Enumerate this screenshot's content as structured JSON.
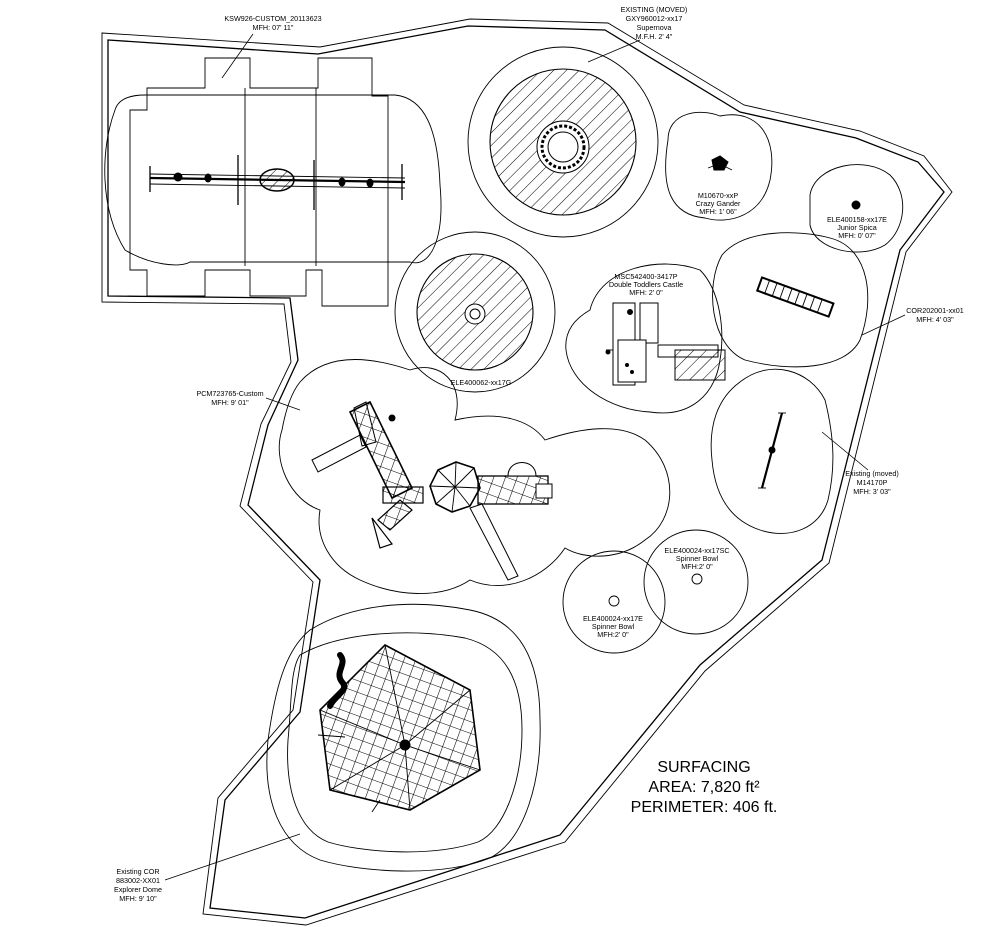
{
  "labels": {
    "ksw": {
      "line1": "KSW926-CUSTOM_20113623",
      "line2": "MFH: 07' 11\""
    },
    "gxy": {
      "line1": "EXISTING (MOVED)",
      "line2": "GXY960012-xx17",
      "line3": "Supernova",
      "line4": "M.F.H. 2' 4\""
    },
    "m10670": {
      "line1": "M10670-xxP",
      "line2": "Crazy Gander",
      "line3": "MFH: 1' 06\""
    },
    "ele400158": {
      "line1": "ELE400158-xx17E",
      "line2": "Junior Spica",
      "line3": "MFH: 0' 07\""
    },
    "msc": {
      "line1": "MSC542400-3417P",
      "line2": "Double Toddlers Castle",
      "line3": "MFH: 2' 0\""
    },
    "cor202001": {
      "line1": "COR202001-xx01",
      "line2": "MFH: 4' 03\""
    },
    "ele400062": {
      "line1": "ELE400062-xx17G"
    },
    "pcm": {
      "line1": "PCM723765-Custom",
      "line2": "MFH: 9' 01\""
    },
    "m14170": {
      "line1": "Existing (moved)",
      "line2": "M14170P",
      "line3": "MFH: 3' 03\""
    },
    "spinner_sc": {
      "line1": "ELE400024-xx17SC",
      "line2": "Spinner Bowl",
      "line3": "MFH:2' 0\""
    },
    "spinner_e": {
      "line1": "ELE400024-xx17E",
      "line2": "Spinner Bowl",
      "line3": "MFH:2' 0\""
    },
    "dome": {
      "line1": "Existing COR",
      "line2": "883002-XX01",
      "line3": "Explorer Dome",
      "line4": "MFH: 9' 10\""
    }
  },
  "surfacing": {
    "title": "SURFACING",
    "area": "AREA: 7,820 ft²",
    "perimeter": "PERIMETER: 406 ft."
  }
}
